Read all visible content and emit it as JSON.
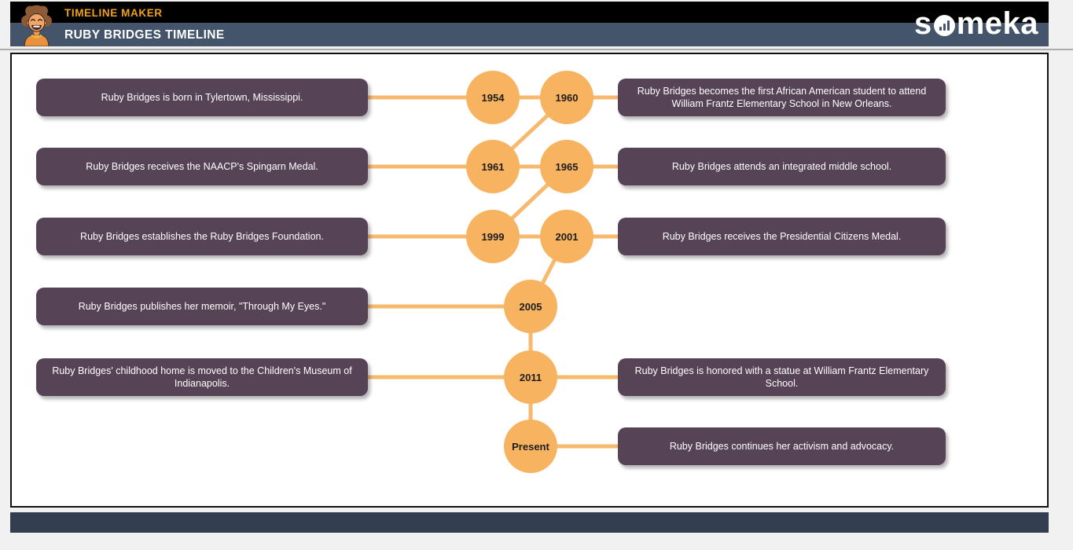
{
  "header": {
    "app_title": "TIMELINE MAKER",
    "page_title": "RUBY BRIDGES TIMELINE",
    "brand": "someka",
    "brand_prefix": "s",
    "brand_suffix": "meka",
    "avatar_icon": "ruby-bridges-avatar"
  },
  "colors": {
    "accent_circle_orange": "#F8B360",
    "connector_orange": "#F6B96E",
    "event_box_purple": "#564355",
    "header_slate": "#44546A",
    "footer_slate": "#333F50",
    "app_title_orange": "#F0A11A",
    "black_bar": "#000000"
  },
  "timeline": {
    "rows": [
      {
        "left_text": "Ruby Bridges is born in Tylertown, Mississippi.",
        "circles": [
          "1954",
          "1960"
        ],
        "right_text": "Ruby Bridges becomes the first African American student to attend William Frantz Elementary School in New Orleans."
      },
      {
        "left_text": "Ruby Bridges receives the NAACP's Spingarn Medal.",
        "circles": [
          "1961",
          "1965"
        ],
        "right_text": "Ruby Bridges attends an integrated middle school."
      },
      {
        "left_text": "Ruby Bridges establishes the Ruby Bridges Foundation.",
        "circles": [
          "1999",
          "2001"
        ],
        "right_text": "Ruby Bridges receives the Presidential Citizens Medal."
      },
      {
        "left_text": "Ruby Bridges publishes her memoir, \"Through My Eyes.\"",
        "circles": [
          "2005"
        ],
        "right_text": null
      },
      {
        "left_text": "Ruby Bridges' childhood home is moved to the Children's Museum of Indianapolis.",
        "circles": [
          "2011"
        ],
        "right_text": "Ruby Bridges is honored with a statue at William Frantz Elementary School."
      },
      {
        "left_text": null,
        "circles": [
          "Present"
        ],
        "right_text": "Ruby Bridges continues her activism and advocacy."
      }
    ]
  }
}
